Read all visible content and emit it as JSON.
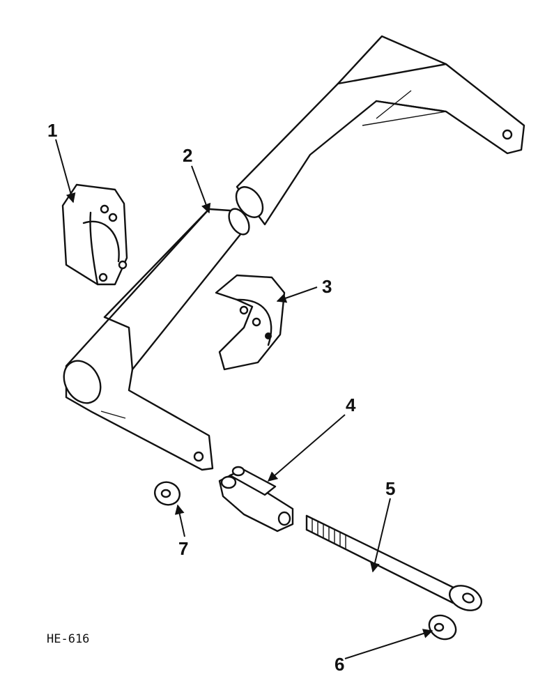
{
  "drawing_code": "HE-616",
  "callouts": [
    {
      "number": "1"
    },
    {
      "number": "2"
    },
    {
      "number": "3"
    },
    {
      "number": "4"
    },
    {
      "number": "5"
    },
    {
      "number": "6"
    },
    {
      "number": "7"
    }
  ],
  "colors": {
    "ink": "#111111",
    "paper": "#ffffff"
  }
}
